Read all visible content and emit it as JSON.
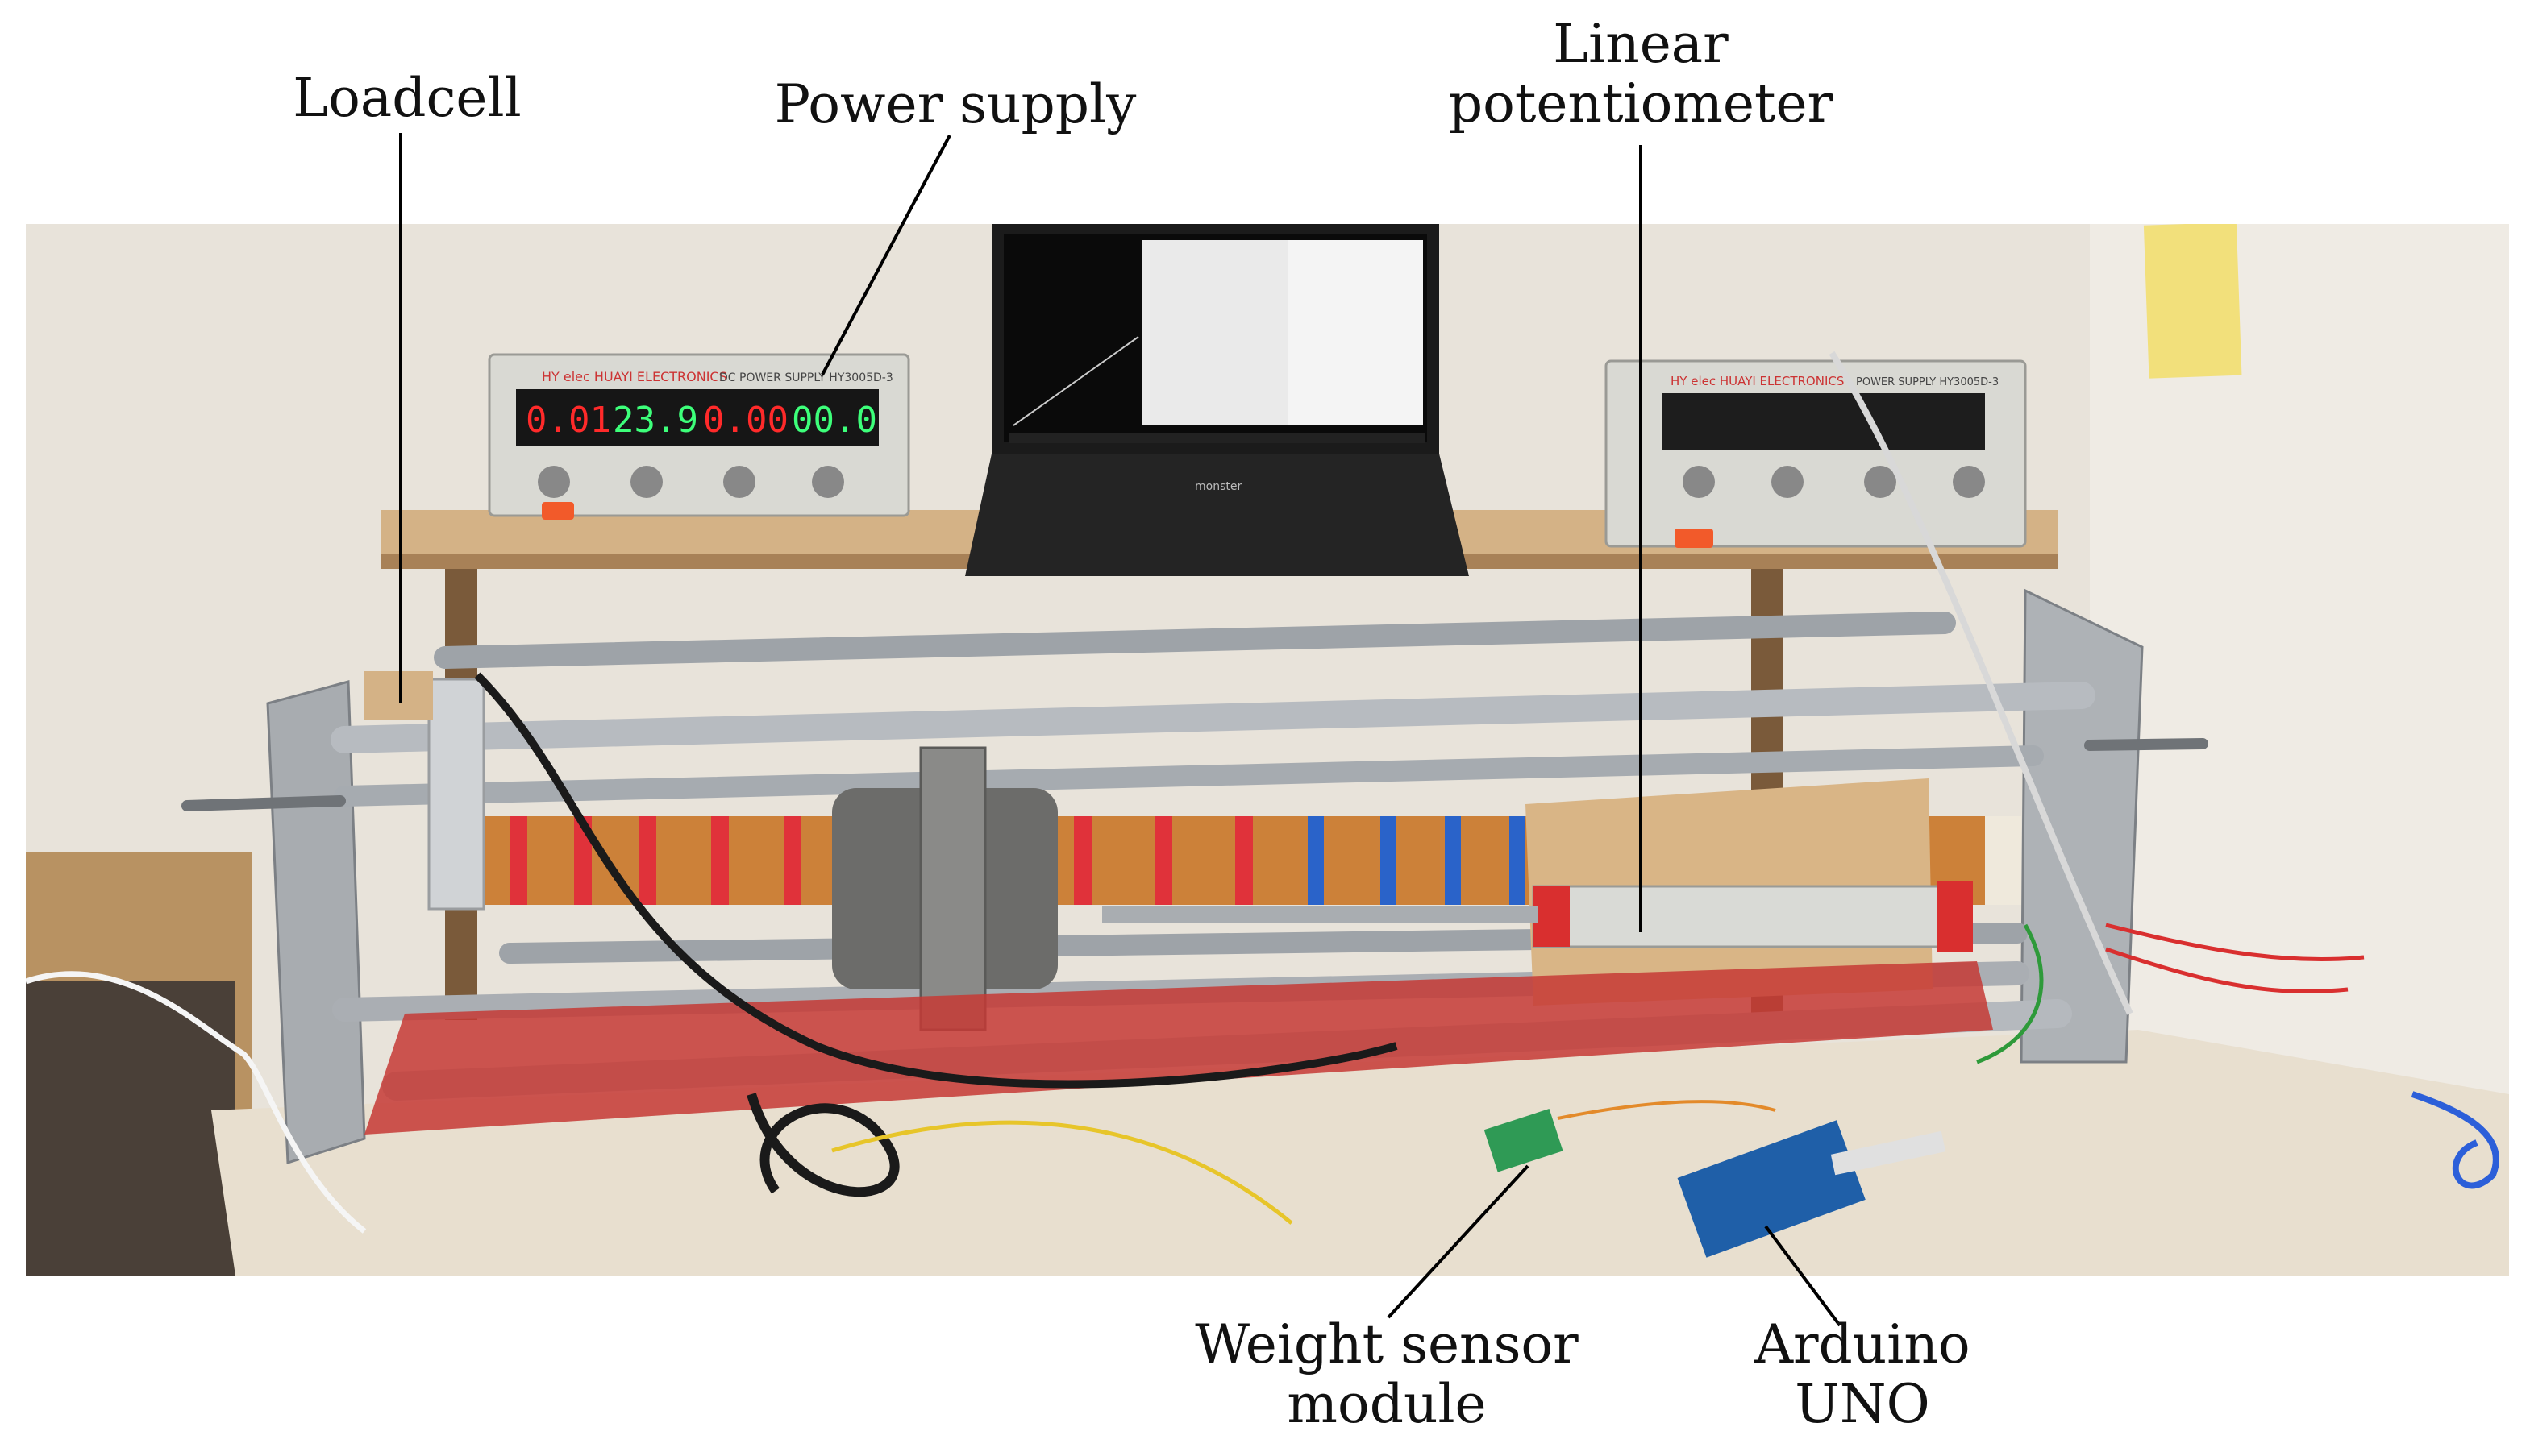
{
  "figure": {
    "labels": {
      "loadcell": "Loadcell",
      "power_supply": "Power supply",
      "linear_potentiometer_line1": "Linear",
      "linear_potentiometer_line2": "potentiometer",
      "weight_sensor_line1": "Weight sensor",
      "weight_sensor_line2": "module",
      "arduino_line1": "Arduino",
      "arduino_line2": "UNO"
    },
    "device_text": {
      "ps_left_brand": "HY elec HUAYI ELECTRONICS",
      "ps_left_model": "DC POWER SUPPLY HY3005D-3",
      "ps_left_readout_1": "0.01",
      "ps_left_readout_2": "23.9",
      "ps_left_readout_3": "0.00",
      "ps_left_readout_4": "00.0",
      "ps_right_brand": "HY elec HUAYI ELECTRONICS",
      "ps_right_model": "POWER SUPPLY HY3005D-3",
      "laptop_brand": "monster"
    },
    "colors": {
      "wall": "#e9e4dc",
      "shelf_wood": "#d9b98d",
      "aluminium": "#b8bcc0",
      "coil_copper": "#c8742f",
      "coil_tape_red": "#e0323a",
      "coil_tape_blue": "#2a63c9",
      "pot_body": "#d9dad6",
      "pot_red": "#d92f2f",
      "pcb_green": "#2f9a55",
      "arduino_blue": "#1f5fa8",
      "seg_red": "#ff2a2a",
      "seg_green": "#3dff7a"
    }
  }
}
